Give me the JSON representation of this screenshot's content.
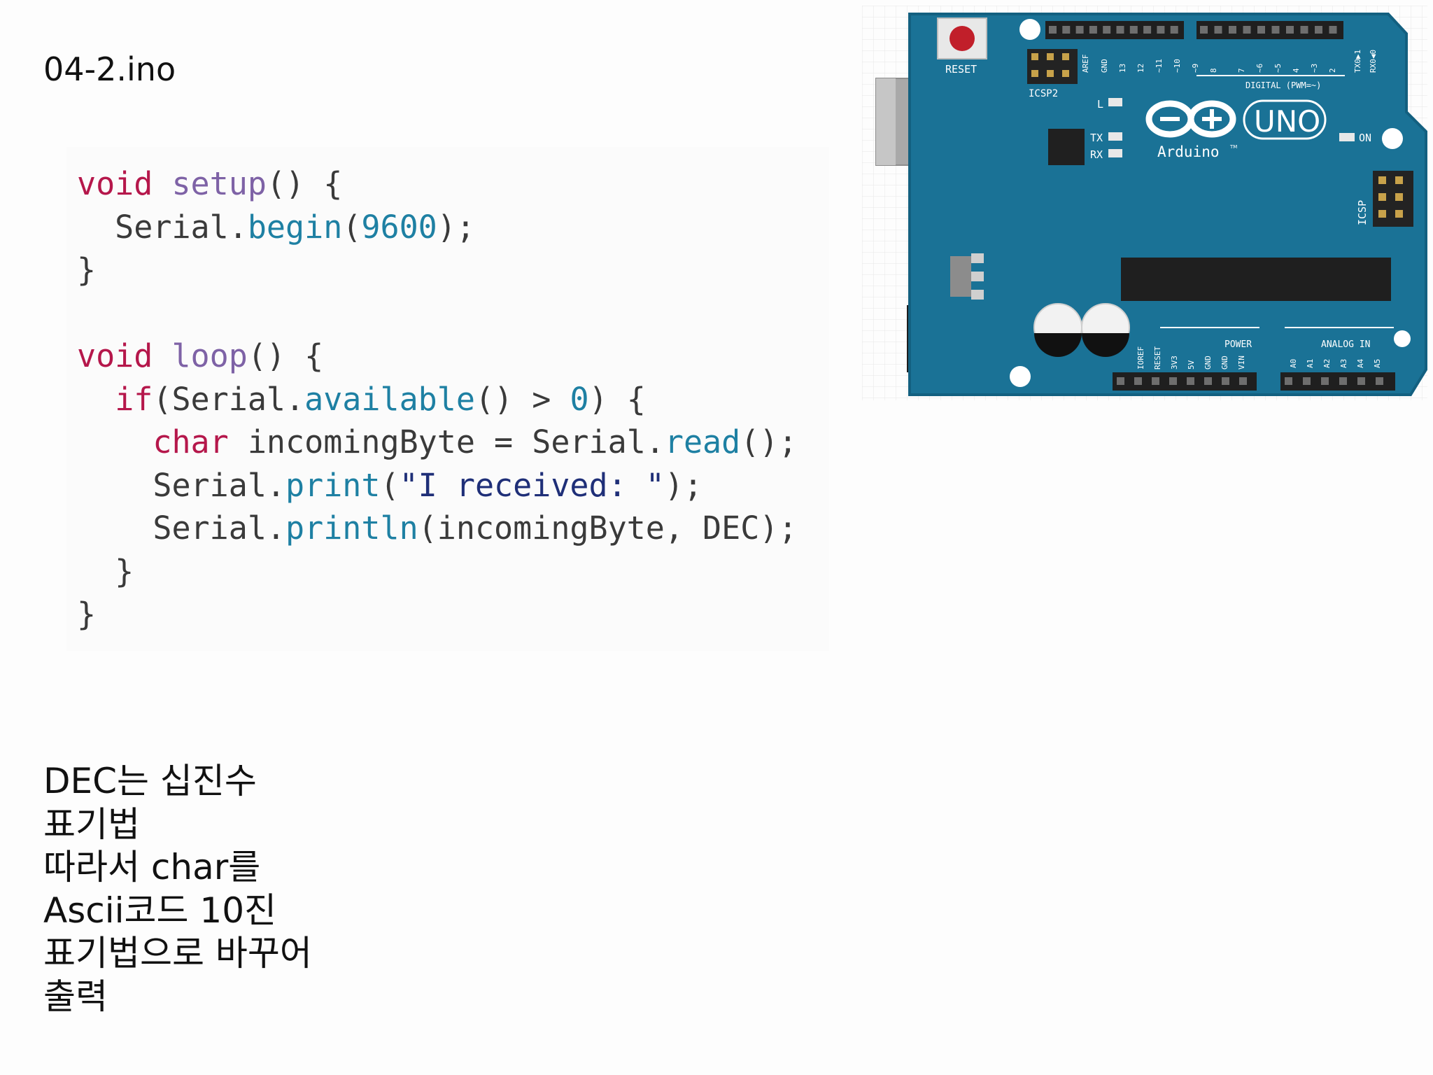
{
  "slide": {
    "filename": "04-2.ino",
    "code_lines": [
      [
        {
          "t": "void",
          "c": "kw"
        },
        {
          "t": " ",
          "c": "plain"
        },
        {
          "t": "setup",
          "c": "fn"
        },
        {
          "t": "() {",
          "c": "plain"
        }
      ],
      [
        {
          "t": "  Serial.",
          "c": "plain"
        },
        {
          "t": "begin",
          "c": "mth"
        },
        {
          "t": "(",
          "c": "plain"
        },
        {
          "t": "9600",
          "c": "num"
        },
        {
          "t": ");",
          "c": "plain"
        }
      ],
      [
        {
          "t": "}",
          "c": "plain"
        }
      ],
      [],
      [
        {
          "t": "void",
          "c": "kw"
        },
        {
          "t": " ",
          "c": "plain"
        },
        {
          "t": "loop",
          "c": "fn"
        },
        {
          "t": "() {",
          "c": "plain"
        }
      ],
      [
        {
          "t": "  ",
          "c": "plain"
        },
        {
          "t": "if",
          "c": "kw"
        },
        {
          "t": "(Serial.",
          "c": "plain"
        },
        {
          "t": "available",
          "c": "mth"
        },
        {
          "t": "() > ",
          "c": "plain"
        },
        {
          "t": "0",
          "c": "num"
        },
        {
          "t": ") {",
          "c": "plain"
        }
      ],
      [
        {
          "t": "    ",
          "c": "plain"
        },
        {
          "t": "char",
          "c": "kw"
        },
        {
          "t": " incomingByte = Serial.",
          "c": "plain"
        },
        {
          "t": "read",
          "c": "mth"
        },
        {
          "t": "();",
          "c": "plain"
        }
      ],
      [
        {
          "t": "    Serial.",
          "c": "plain"
        },
        {
          "t": "print",
          "c": "mth"
        },
        {
          "t": "(",
          "c": "plain"
        },
        {
          "t": "\"I received: \"",
          "c": "str"
        },
        {
          "t": ");",
          "c": "plain"
        }
      ],
      [
        {
          "t": "    Serial.",
          "c": "plain"
        },
        {
          "t": "println",
          "c": "mth"
        },
        {
          "t": "(incomingByte, DEC);",
          "c": "plain"
        }
      ],
      [
        {
          "t": "  }",
          "c": "plain"
        }
      ],
      [
        {
          "t": "}",
          "c": "plain"
        }
      ]
    ],
    "note_lines": [
      "DEC는 십진수",
      "표기법",
      "따라서 char를",
      "Ascii코드 10진",
      "표기법으로 바꾸어",
      "출력"
    ]
  },
  "board": {
    "reset_label": "RESET",
    "icsp2_label": "ICSP2",
    "icsp_label": "ICSP",
    "digital_label": "DIGITAL (PWM=~)",
    "l_label": "L",
    "tx_label": "TX",
    "rx_label": "RX",
    "on_label": "ON",
    "uno_label": "UNO",
    "brand_label": "Arduino",
    "tm_label": "TM",
    "power_label": "POWER",
    "analog_label": "ANALOG IN",
    "top_pins": [
      "AREF",
      "GND",
      "13",
      "12",
      "~11",
      "~10",
      "~9",
      "8",
      "7",
      "~6",
      "~5",
      "4",
      "~3",
      "2",
      "TX0▶1",
      "RX0◀0"
    ],
    "power_pins": [
      "IOREF",
      "RESET",
      "3V3",
      "5V",
      "GND",
      "GND",
      "VIN"
    ],
    "analog_pins": [
      "A0",
      "A1",
      "A2",
      "A3",
      "A4",
      "A5"
    ],
    "colors": {
      "pcb": "#1a7296",
      "pcb_edge": "#136080",
      "silk": "#ffffff",
      "reset_button": "#c11f2a"
    }
  }
}
